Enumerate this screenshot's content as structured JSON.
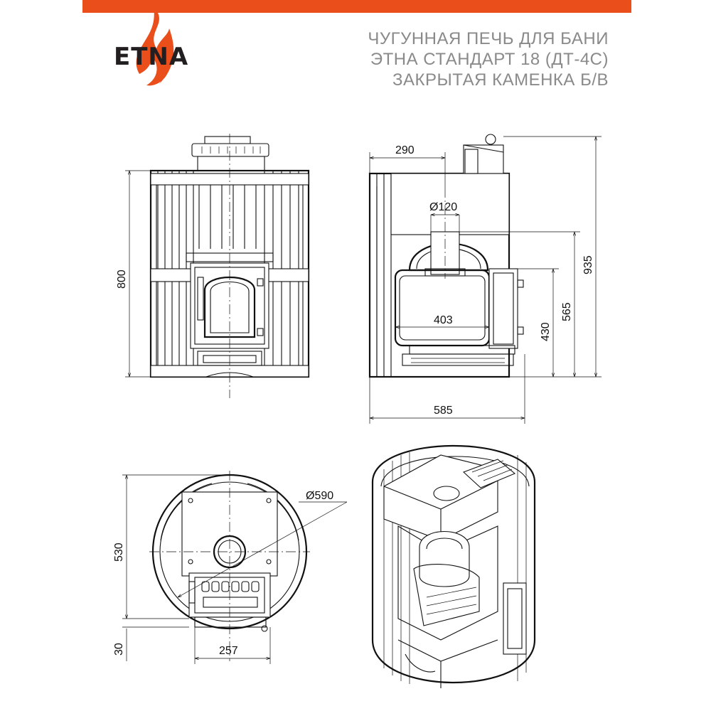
{
  "brand": {
    "logo_text": "ETNA",
    "accent_color": "#e94e1b",
    "flame_color": "#e94e1b"
  },
  "title": {
    "line1": "ЧУГУННАЯ ПЕЧЬ ДЛЯ БАНИ",
    "line2": "ЭТНА СТАНДАРТ 18 (ДТ-4С)",
    "line3": "ЗАКРЫТАЯ КАМЕНКА Б/В",
    "color": "#8a8a8a"
  },
  "dimensions": {
    "front_height": "800",
    "side_top_depth": "290",
    "chimney_diameter": "Ø120",
    "firebox_length": "403",
    "total_height": "935",
    "chimney_height": "565",
    "door_height": "430",
    "total_depth": "585",
    "diameter": "Ø590",
    "plan_depth": "530",
    "base_offset": "30",
    "door_width": "257"
  }
}
